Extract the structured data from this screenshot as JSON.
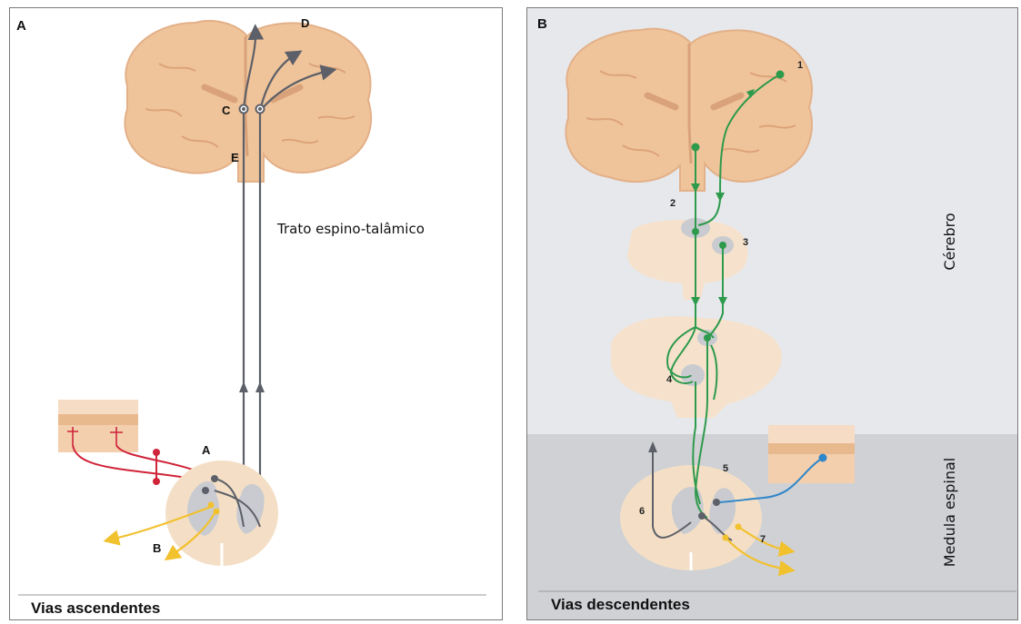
{
  "panel_a": {
    "letter": "A",
    "caption": "Vias ascendentes",
    "tract_label": "Trato espino-talâmico",
    "labels": {
      "a": "A",
      "b": "B",
      "c": "C",
      "d": "D",
      "e": "E"
    }
  },
  "panel_b": {
    "letter": "B",
    "caption": "Vias descendentes",
    "region_brain": "Cérebro",
    "region_spinal": "Medula espinal",
    "numbers": [
      "1",
      "2",
      "3",
      "4",
      "5",
      "6",
      "7"
    ]
  },
  "colors": {
    "brain": "#f0c49a",
    "brain_fold": "#d9a27a",
    "pathway_ascending": "#5d6068",
    "pathway_descending": "#2e9a4c",
    "sensory_red": "#d0243a",
    "motor_yellow": "#f2c12e",
    "afferent_blue": "#2f86c8",
    "spinal_region": "#cfd1d5"
  }
}
